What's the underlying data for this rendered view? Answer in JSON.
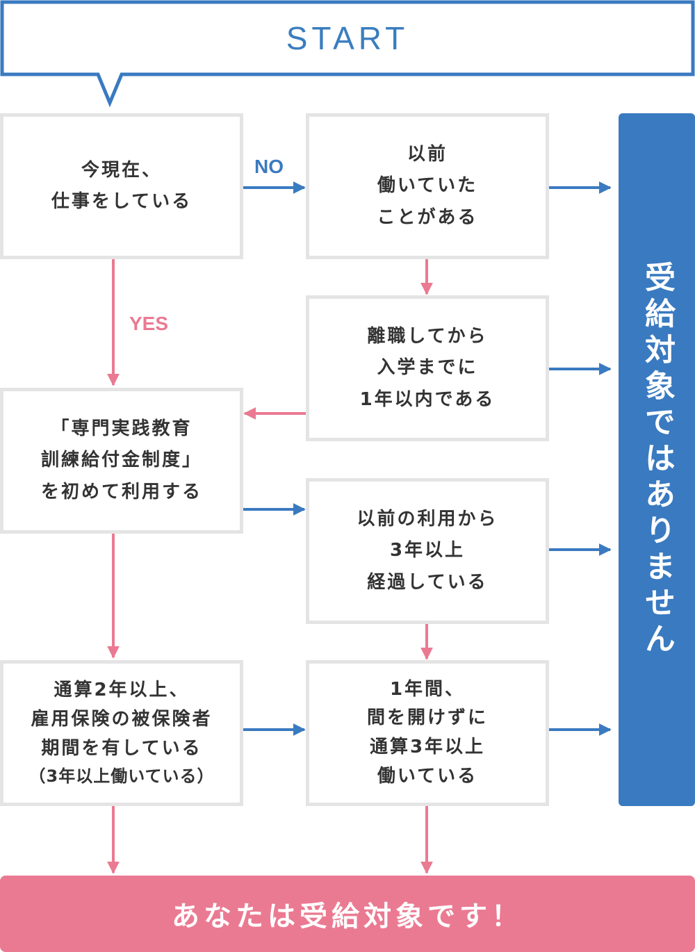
{
  "start": "START",
  "boxes": {
    "working_now": [
      "今現在、",
      "仕事をしている"
    ],
    "worked_before": [
      "以前",
      "働いていた",
      "ことがある"
    ],
    "within_one_year": [
      "離職してから",
      "入学までに",
      "1年以内である"
    ],
    "first_use": [
      "「専門実践教育",
      "訓練給付金制度」",
      "を初めて利用する"
    ],
    "three_years_since": [
      "以前の利用から",
      "3年以上",
      "経過している"
    ],
    "insured_two_years": [
      "通算2年以上、",
      "雇用保険の被保険者",
      "期間を有している",
      "（3年以上働いている）"
    ],
    "worked_three_years": [
      "1年間、",
      "間を開けずに",
      "通算3年以上",
      "働いている"
    ]
  },
  "labels": {
    "no": "NO",
    "yes": "YES"
  },
  "not_eligible": "受給対象ではありません",
  "eligible": "あなたは受給対象です！",
  "colors": {
    "blue": "#3a7ac0",
    "pink": "#ea7a92",
    "gray_border": "#e4e4e4",
    "text": "#333333"
  }
}
